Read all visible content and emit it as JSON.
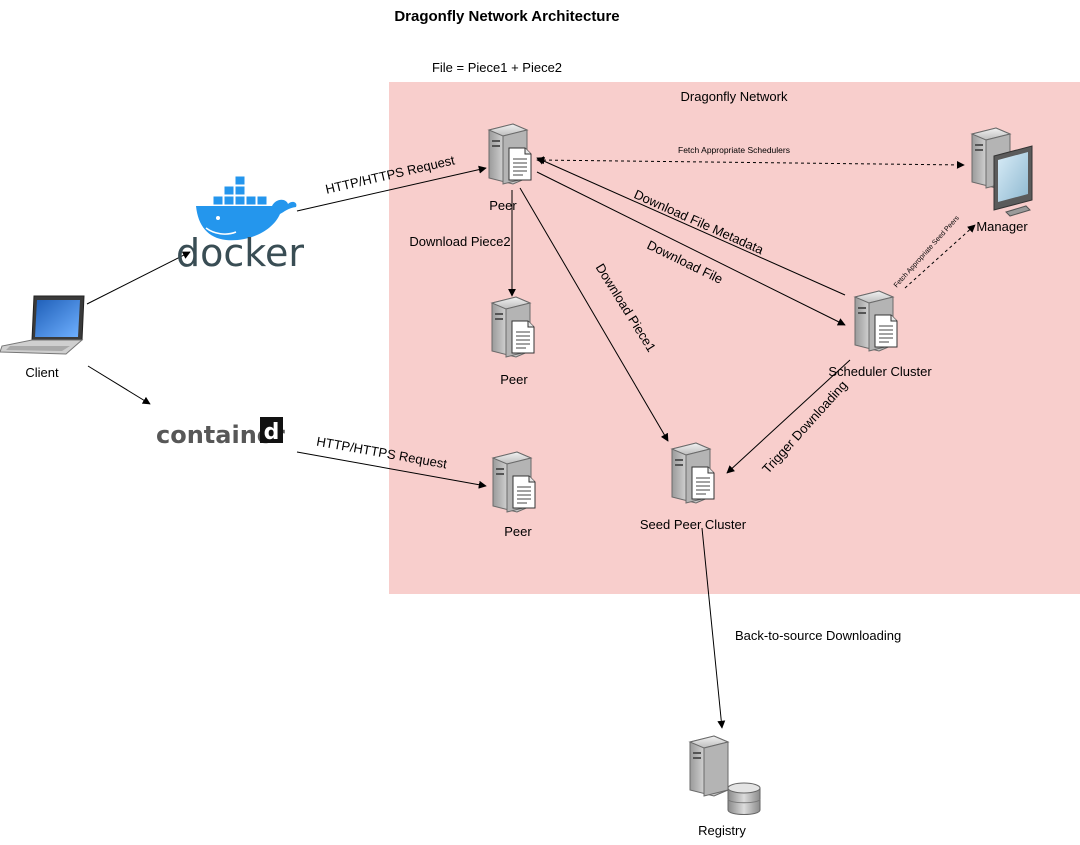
{
  "title": "Dragonfly Network Architecture",
  "file_note": "File = Piece1 + Piece2",
  "network_label": "Dragonfly Network",
  "colors": {
    "network_bg": "#f8cecc",
    "docker_blue": "#2496ed",
    "text": "#000000"
  },
  "logos": {
    "docker": "docker",
    "containerd_text": "container",
    "containerd_badge": "d"
  },
  "nodes": {
    "client": "Client",
    "peer_top": "Peer",
    "peer_mid": "Peer",
    "peer_bottom": "Peer",
    "manager": "Manager",
    "scheduler": "Scheduler Cluster",
    "seed": "Seed Peer Cluster",
    "registry": "Registry"
  },
  "edges": {
    "docker_request": "HTTP/HTTPS Request",
    "containerd_request": "HTTP/HTTPS Request",
    "fetch_schedulers": "Fetch Appropriate Schedulers",
    "fetch_seed_peers": "Fetch Appropriate Seed Peers",
    "download_metadata": "Download File Metadata",
    "download_file": "Download File",
    "download_piece2": "Download Piece2",
    "download_piece1": "Download Piece1",
    "trigger_downloading": "Trigger Downloading",
    "back_to_source": "Back-to-source Downloading"
  }
}
